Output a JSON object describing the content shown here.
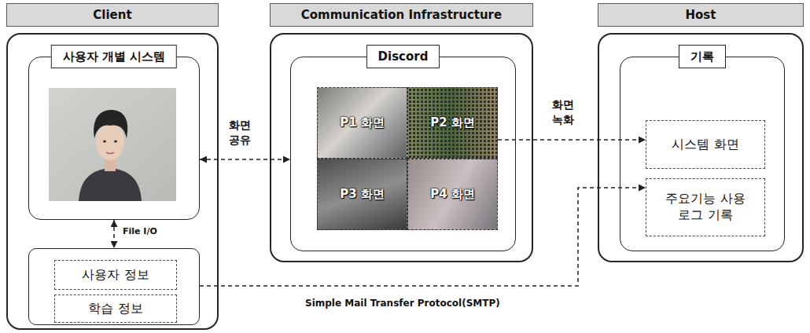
{
  "diagram": {
    "nodes": [
      {
        "text": [
          "Client"
        ]
      },
      {
        "text": [
          "사용자 개별 시스템"
        ],
        "in": 0
      },
      {
        "text": [],
        "in": 0
      },
      {
        "text": [
          "사용자 정보"
        ],
        "in": 2
      },
      {
        "text": [
          "학습 정보"
        ],
        "in": 2
      },
      {
        "text": [
          "Communication Infrastructure"
        ]
      },
      {
        "text": [
          "Discord"
        ],
        "in": 5
      },
      {
        "text": [
          "P1 화면"
        ],
        "in": 6
      },
      {
        "text": [
          "P2 화면"
        ],
        "in": 6
      },
      {
        "text": [
          "P3 화면"
        ],
        "in": 6
      },
      {
        "text": [
          "P4 화면"
        ],
        "in": 6
      },
      {
        "text": [
          "Host"
        ]
      },
      {
        "text": [
          "기록"
        ],
        "in": 11
      },
      {
        "text": [
          "시스템 화면"
        ],
        "in": 12
      },
      {
        "text": [
          "주요기능 사용 로그 기록"
        ],
        "in": 12
      }
    ],
    "edges": [
      {
        "from": 1,
        "to": 6,
        "arrow": "both",
        "label": "화면 공유"
      },
      {
        "from": 1,
        "to": 2,
        "arrow": "both",
        "label": "File I/O"
      },
      {
        "from": 8,
        "to": 13,
        "arrow": "to",
        "label": "화면 녹화"
      },
      {
        "from": 2,
        "to": 14,
        "arrow": "to",
        "label": "Simple Mail Transfer Protocol(SMTP)"
      }
    ]
  }
}
